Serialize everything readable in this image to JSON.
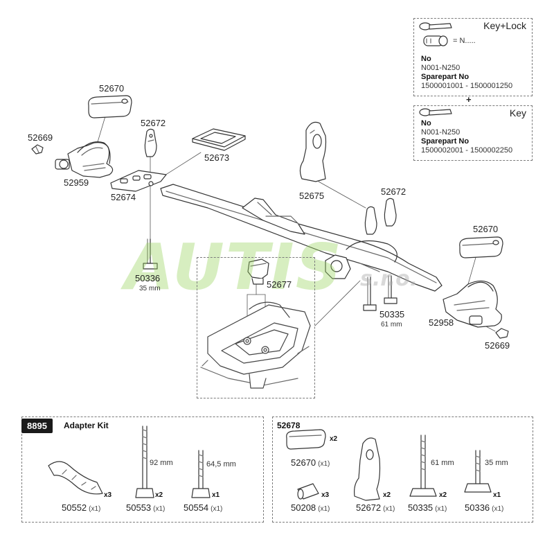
{
  "key_lock": {
    "title": "Key+Lock",
    "equals": "= N.....",
    "no_label": "No",
    "no_value": "N001-N250",
    "spare_label": "Sparepart No",
    "spare_value": "1500001001 - 1500001250"
  },
  "plus": "+",
  "key": {
    "title": "Key",
    "no_label": "No",
    "no_value": "N001-N250",
    "spare_label": "Sparepart No",
    "spare_value": "1500002001 - 1500002250"
  },
  "main_parts": {
    "p52670_top": "52670",
    "p52669_left": "52669",
    "p52959": "52959",
    "p52672_left": "52672",
    "p52673": "52673",
    "p52674": "52674",
    "p52675": "52675",
    "p52672_right": "52672",
    "p52670_right": "52670",
    "p50336": "50336",
    "p50336_len": "35 mm",
    "p52677": "52677",
    "p50335": "50335",
    "p50335_len": "61 mm",
    "p52958": "52958",
    "p52669_right": "52669"
  },
  "watermark": {
    "text": "AUTIS",
    "suffix": "s.r.o."
  },
  "adapter_kit": {
    "badge": "8895",
    "title": "Adapter Kit",
    "items": [
      {
        "code": "50552",
        "count": "(x1)",
        "qty": "x3"
      },
      {
        "code": "50553",
        "count": "(x1)",
        "qty": "x2",
        "length": "92 mm"
      },
      {
        "code": "50554",
        "count": "(x1)",
        "qty": "x1",
        "length": "64,5 mm"
      }
    ]
  },
  "kit_52678": {
    "title": "52678",
    "items": [
      {
        "code": "52670",
        "count": "(x1)",
        "qty": "x2"
      },
      {
        "code": "50208",
        "count": "(x1)",
        "qty": "x3"
      },
      {
        "code": "52672",
        "count": "(x1)",
        "qty": "x2"
      },
      {
        "code": "50335",
        "count": "(x1)",
        "qty": "x2",
        "length": "61 mm"
      },
      {
        "code": "50336",
        "count": "(x1)",
        "qty": "x1",
        "length": "35 mm"
      }
    ]
  }
}
